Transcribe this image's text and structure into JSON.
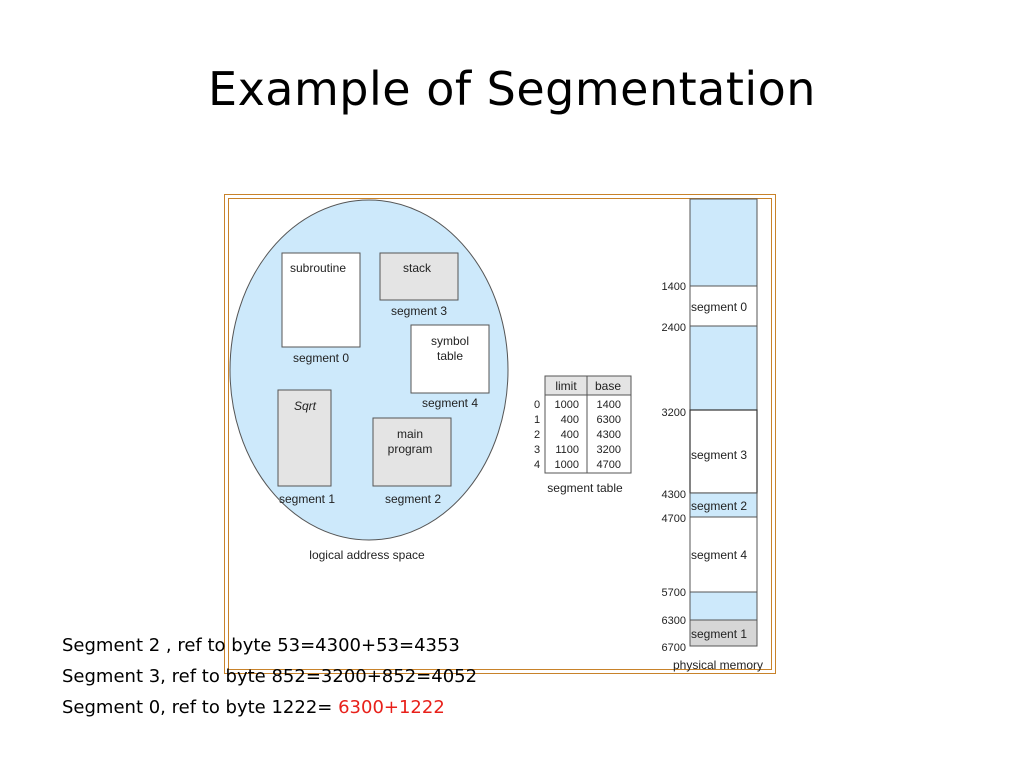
{
  "title": "Example of Segmentation",
  "logical": {
    "caption": "logical address space",
    "blocks": [
      {
        "id": "subroutine",
        "lines": [
          "subroutine"
        ],
        "label": "segment 0"
      },
      {
        "id": "stack",
        "lines": [
          "stack"
        ],
        "label": "segment 3"
      },
      {
        "id": "symbol",
        "lines": [
          "symbol",
          "table"
        ],
        "label": "segment 4"
      },
      {
        "id": "sqrt",
        "lines": [
          "Sqrt"
        ],
        "label": "segment 1"
      },
      {
        "id": "main",
        "lines": [
          "main",
          "program"
        ],
        "label": "segment 2"
      }
    ]
  },
  "segment_table": {
    "caption": "segment table",
    "headers": [
      "limit",
      "base"
    ],
    "rows": [
      {
        "index": "0",
        "limit": "1000",
        "base": "1400"
      },
      {
        "index": "1",
        "limit": "400",
        "base": "6300"
      },
      {
        "index": "2",
        "limit": "400",
        "base": "4300"
      },
      {
        "index": "3",
        "limit": "1100",
        "base": "3200"
      },
      {
        "index": "4",
        "limit": "1000",
        "base": "4700"
      }
    ]
  },
  "physical": {
    "caption": "physical memory",
    "addresses": [
      "1400",
      "2400",
      "3200",
      "4300",
      "4700",
      "5700",
      "6300",
      "6700"
    ],
    "segments": [
      {
        "label": "segment 0",
        "start": "1400"
      },
      {
        "label": "segment 3",
        "start": "3200"
      },
      {
        "label": "segment 2",
        "start": "4300"
      },
      {
        "label": "segment 4",
        "start": "4700"
      },
      {
        "label": "segment 1",
        "start": "6300"
      }
    ]
  },
  "notes": {
    "line1": "Segment 2 , ref to byte 53=4300+53=4353",
    "line2": "Segment 3, ref to byte 852=3200+852=4052",
    "line3_prefix": "Segment 0, ref to byte 1222= ",
    "line3_highlight": "6300+1222"
  },
  "colors": {
    "memory_blue": "#cde9fb",
    "block_gray": "#e4e4e4",
    "frame": "#c8822a",
    "highlight": "#e8201a"
  }
}
